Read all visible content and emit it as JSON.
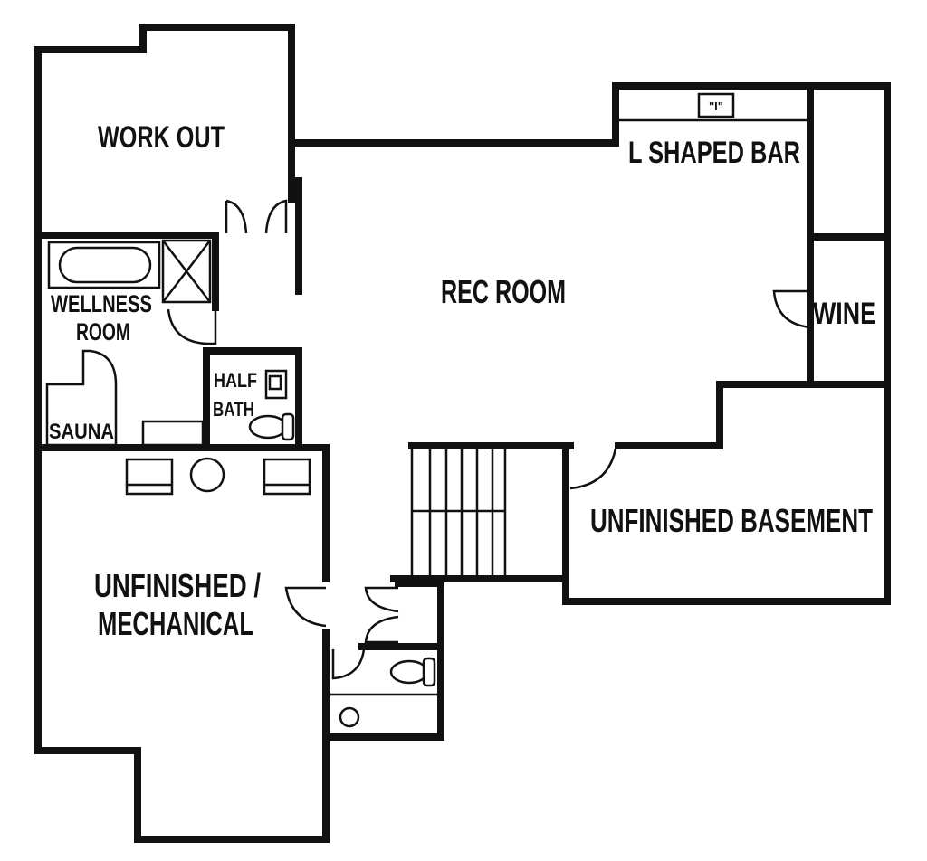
{
  "rooms": {
    "work_out": "WORK OUT",
    "l_shaped_bar": "L SHAPED BAR",
    "rec_room": "REC ROOM",
    "wellness_room_line1": "WELLNESS",
    "wellness_room_line2": "ROOM",
    "wine": "WINE",
    "half_bath_line1": "HALF",
    "half_bath_line2": "BATH",
    "sauna": "SAUNA",
    "unfinished_basement": "UNFINISHED BASEMENT",
    "mechanical_line1": "UNFINISHED /",
    "mechanical_line2": "MECHANICAL"
  },
  "fixtures": {
    "sink_mark": "\"I\""
  },
  "colors": {
    "wall": "#111111",
    "background": "#ffffff"
  }
}
